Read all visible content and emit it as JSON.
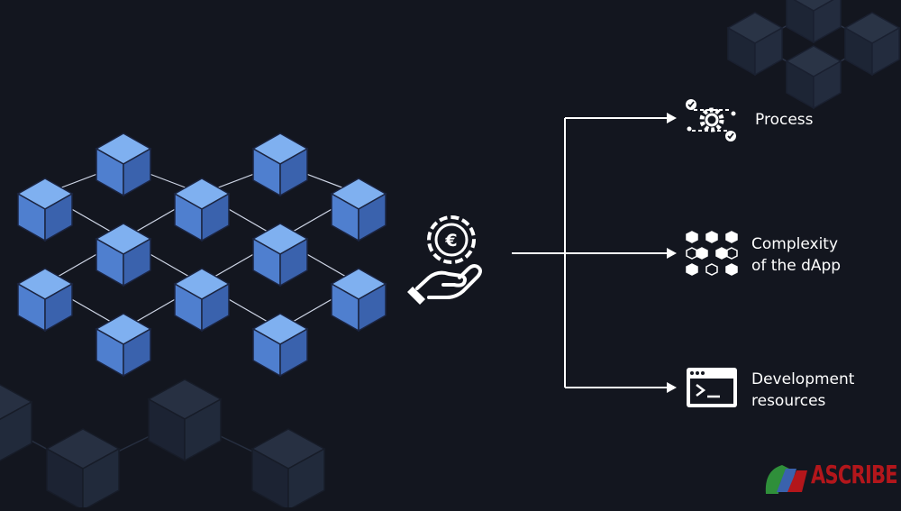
{
  "branches": [
    {
      "id": "process",
      "lines": [
        "Process"
      ],
      "icon": "process-gears-icon"
    },
    {
      "id": "complexity",
      "lines": [
        "Complexity",
        "of the dApp"
      ],
      "icon": "hexagon-network-icon"
    },
    {
      "id": "development",
      "lines": [
        "Development",
        "resources"
      ],
      "icon": "terminal-window-icon"
    }
  ],
  "center_icon": "hand-holding-euro-coin-icon",
  "left_graphic": "blockchain-cube-network",
  "logo": {
    "text": "ASCRIBE"
  },
  "colors": {
    "background": "#13161f",
    "cube_top": "#7fb0f0",
    "cube_left": "#4f7fcf",
    "cube_right": "#3a62ad",
    "connector": "#ffffff",
    "logo": "#b3161b"
  }
}
